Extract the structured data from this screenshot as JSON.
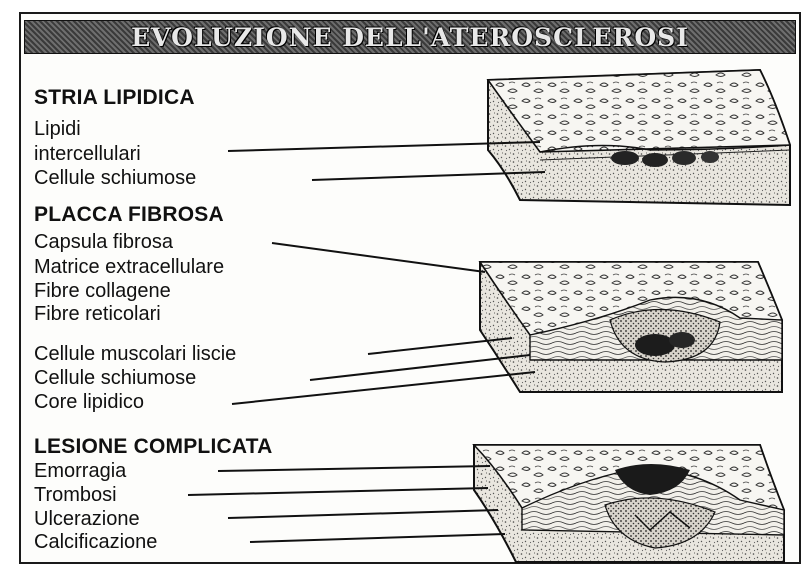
{
  "title": "EVOLUZIONE DELL'ATEROSCLEROSI",
  "sections": [
    {
      "heading": "STRIA LIPIDICA",
      "labels": [
        "Lipidi",
        "intercellulari",
        "Cellule schiumose"
      ]
    },
    {
      "heading": "PLACCA FIBROSA",
      "labels": [
        "Capsula fibrosa",
        "Matrice extracellulare",
        "Fibre collagene",
        "Fibre reticolari",
        "Cellule muscolari liscie",
        "Cellule schiumose",
        "Core lipidico"
      ]
    },
    {
      "heading": "LESIONE COMPLICATA",
      "labels": [
        "Emorragia",
        "Trombosi",
        "Ulcerazione",
        "Calcificazione"
      ]
    }
  ]
}
